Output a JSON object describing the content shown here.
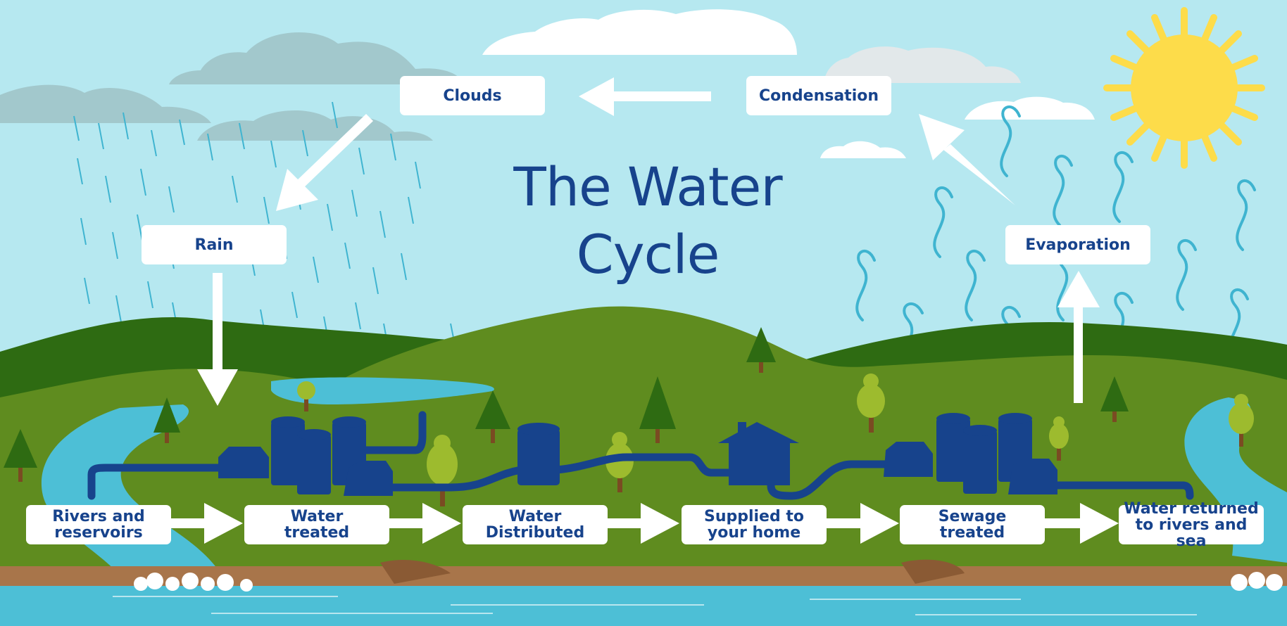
{
  "title_line1": "The Water",
  "title_line2": "Cycle",
  "cycle_labels": {
    "clouds": "Clouds",
    "condensation": "Condensation",
    "rain": "Rain",
    "evaporation": "Evaporation"
  },
  "process_steps": [
    {
      "line1": "Rivers and",
      "line2": "reservoirs"
    },
    {
      "line1": "Water",
      "line2": "treated"
    },
    {
      "line1": "Water",
      "line2": "Distributed"
    },
    {
      "line1": "Supplied to",
      "line2": "your home"
    },
    {
      "line1": "Sewage",
      "line2": "treated"
    },
    {
      "line1": "Water returned",
      "line2": "to rivers and sea"
    }
  ],
  "colors": {
    "sky": "#b6e8f0",
    "dark_navy": "#17438c",
    "hill_green": "#5f8c1f",
    "dark_green": "#2e6b12",
    "water": "#4dbfd6",
    "soil": "#a8754a",
    "sun": "#fddc4a"
  }
}
